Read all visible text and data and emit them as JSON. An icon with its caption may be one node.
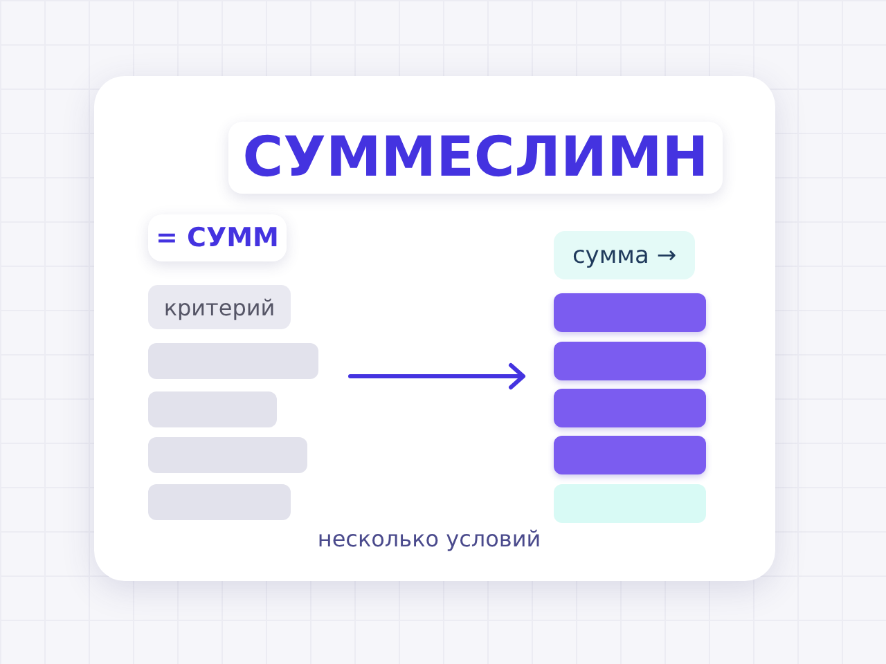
{
  "diagram": {
    "nodes": [
      {
        "text": [],
        "shape": "box"
      },
      {
        "text": [
          "СУММЕСЛИМН"
        ],
        "in": 0
      },
      {
        "text": [
          "= СУММ"
        ],
        "in": 0
      },
      {
        "text": [
          "критерий"
        ],
        "in": 0
      },
      {
        "text": [],
        "shape": "bar",
        "in": 0
      },
      {
        "text": [],
        "shape": "bar",
        "in": 0
      },
      {
        "text": [],
        "shape": "bar",
        "in": 0
      },
      {
        "text": [],
        "shape": "bar",
        "in": 0
      },
      {
        "text": [
          "сумма →"
        ],
        "in": 0
      },
      {
        "text": [],
        "shape": "bar",
        "in": 0
      },
      {
        "text": [],
        "shape": "bar",
        "in": 0
      },
      {
        "text": [],
        "shape": "bar",
        "in": 0
      },
      {
        "text": [],
        "shape": "bar",
        "in": 0
      },
      {
        "text": [],
        "shape": "bar",
        "in": 0
      }
    ],
    "labels": [
      "несколько условий"
    ]
  }
}
